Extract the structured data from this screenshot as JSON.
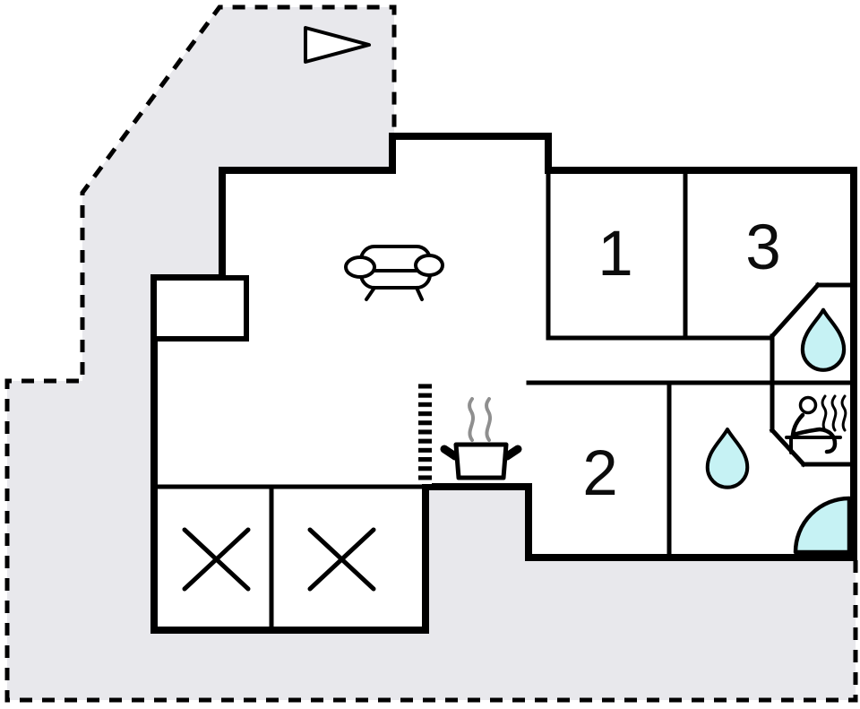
{
  "plan": {
    "title": "holiday-home-floor-plan",
    "rooms": [
      {
        "id": "bedroom-1",
        "label": "1"
      },
      {
        "id": "bedroom-2",
        "label": "2"
      },
      {
        "id": "bedroom-3",
        "label": "3"
      }
    ],
    "icons": [
      "north-arrow-icon",
      "sofa-icon",
      "stove-pot-icon",
      "steam-icon",
      "water-drop-icon",
      "water-drop-icon",
      "sauna-icon",
      "shower-quarter-circle-icon",
      "crossed-box-icon",
      "crossed-box-icon",
      "hatched-partition-icon"
    ],
    "colors": {
      "wall": "#000000",
      "plot": "#e8e8ec",
      "water": "#c6f2f4",
      "steam": "#8f8f8f",
      "background": "#ffffff"
    }
  }
}
